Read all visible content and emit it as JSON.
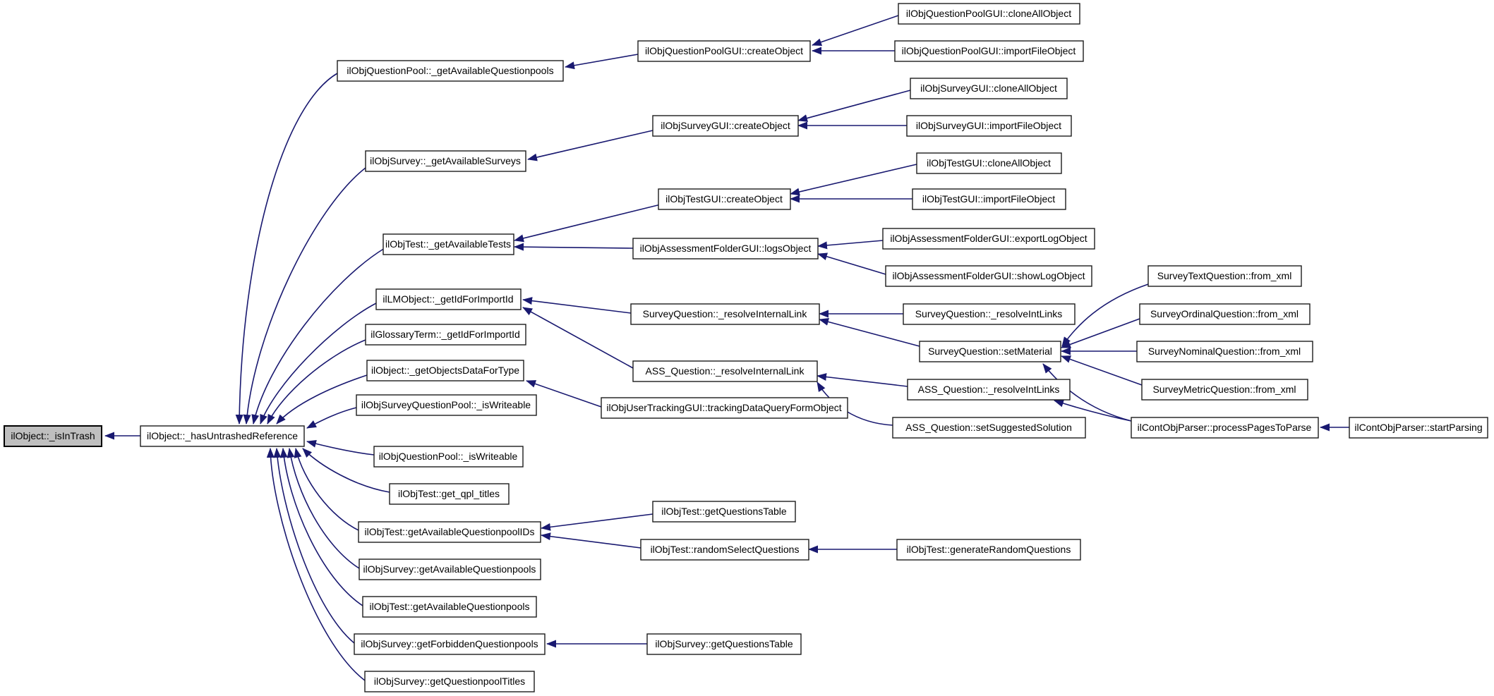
{
  "diagram": {
    "type": "call-graph",
    "description": "Doxygen caller graph for ilObject::_isInTrash",
    "background_color": "#ffffff",
    "edge_color": "#191970",
    "node_fill": "#ffffff",
    "node_border": "#1c1c1c",
    "highlight_fill": "#bfbfbf"
  },
  "nodes": {
    "isInTrash": {
      "label": "ilObject::_isInTrash",
      "highlighted": true
    },
    "hasUntrashedReference": {
      "label": "ilObject::_hasUntrashedReference"
    },
    "getAvailableQuestionpools": {
      "label": "ilObjQuestionPool::_getAvailableQuestionpools"
    },
    "getAvailableSurveys": {
      "label": "ilObjSurvey::_getAvailableSurveys"
    },
    "getAvailableTests": {
      "label": "ilObjTest::_getAvailableTests"
    },
    "lmGetIdForImportId": {
      "label": "ilLMObject::_getIdForImportId"
    },
    "glossaryGetIdForImportId": {
      "label": "ilGlossaryTerm::_getIdForImportId"
    },
    "getObjectsDataForType": {
      "label": "ilObject::_getObjectsDataForType"
    },
    "surveyQuestionPoolIsWriteable": {
      "label": "ilObjSurveyQuestionPool::_isWriteable"
    },
    "questionPoolIsWriteable": {
      "label": "ilObjQuestionPool::_isWriteable"
    },
    "getQplTitles": {
      "label": "ilObjTest::get_qpl_titles"
    },
    "getAvailableQuestionpoolIDs": {
      "label": "ilObjTest::getAvailableQuestionpoolIDs"
    },
    "surveyGetAvailableQuestionpools": {
      "label": "ilObjSurvey::getAvailableQuestionpools"
    },
    "testGetAvailableQuestionpools": {
      "label": "ilObjTest::getAvailableQuestionpools"
    },
    "getForbiddenQuestionpools": {
      "label": "ilObjSurvey::getForbiddenQuestionpools"
    },
    "getQuestionpoolTitles": {
      "label": "ilObjSurvey::getQuestionpoolTitles"
    },
    "qpGuiCreateObject": {
      "label": "ilObjQuestionPoolGUI::createObject"
    },
    "surveyGuiCreateObject": {
      "label": "ilObjSurveyGUI::createObject"
    },
    "testGuiCreateObject": {
      "label": "ilObjTestGUI::createObject"
    },
    "logsObject": {
      "label": "ilObjAssessmentFolderGUI::logsObject"
    },
    "sqResolveInternalLink": {
      "label": "SurveyQuestion::_resolveInternalLink"
    },
    "assResolveInternalLink": {
      "label": "ASS_Question::_resolveInternalLink"
    },
    "trackingDataQueryFormObject": {
      "label": "ilObjUserTrackingGUI::trackingDataQueryFormObject"
    },
    "testGetQuestionsTable": {
      "label": "ilObjTest::getQuestionsTable"
    },
    "randomSelectQuestions": {
      "label": "ilObjTest::randomSelectQuestions"
    },
    "surveyGetQuestionsTable": {
      "label": "ilObjSurvey::getQuestionsTable"
    },
    "qpGuiCloneAllObject": {
      "label": "ilObjQuestionPoolGUI::cloneAllObject"
    },
    "qpGuiImportFileObject": {
      "label": "ilObjQuestionPoolGUI::importFileObject"
    },
    "surveyGuiCloneAllObject": {
      "label": "ilObjSurveyGUI::cloneAllObject"
    },
    "surveyGuiImportFileObject": {
      "label": "ilObjSurveyGUI::importFileObject"
    },
    "testGuiCloneAllObject": {
      "label": "ilObjTestGUI::cloneAllObject"
    },
    "testGuiImportFileObject": {
      "label": "ilObjTestGUI::importFileObject"
    },
    "exportLogObject": {
      "label": "ilObjAssessmentFolderGUI::exportLogObject"
    },
    "showLogObject": {
      "label": "ilObjAssessmentFolderGUI::showLogObject"
    },
    "sqResolveIntLinks": {
      "label": "SurveyQuestion::_resolveIntLinks"
    },
    "setMaterial": {
      "label": "SurveyQuestion::setMaterial"
    },
    "assResolveIntLinks": {
      "label": "ASS_Question::_resolveIntLinks"
    },
    "setSuggestedSolution": {
      "label": "ASS_Question::setSuggestedSolution"
    },
    "generateRandomQuestions": {
      "label": "ilObjTest::generateRandomQuestions"
    },
    "textFromXml": {
      "label": "SurveyTextQuestion::from_xml"
    },
    "ordinalFromXml": {
      "label": "SurveyOrdinalQuestion::from_xml"
    },
    "nominalFromXml": {
      "label": "SurveyNominalQuestion::from_xml"
    },
    "metricFromXml": {
      "label": "SurveyMetricQuestion::from_xml"
    },
    "processPagesToParse": {
      "label": "ilContObjParser::processPagesToParse"
    },
    "startParsing": {
      "label": "ilContObjParser::startParsing"
    }
  },
  "edges": [
    {
      "caller": "hasUntrashedReference",
      "callee": "isInTrash"
    },
    {
      "caller": "getAvailableQuestionpools",
      "callee": "hasUntrashedReference"
    },
    {
      "caller": "getAvailableSurveys",
      "callee": "hasUntrashedReference"
    },
    {
      "caller": "getAvailableTests",
      "callee": "hasUntrashedReference"
    },
    {
      "caller": "lmGetIdForImportId",
      "callee": "hasUntrashedReference"
    },
    {
      "caller": "glossaryGetIdForImportId",
      "callee": "hasUntrashedReference"
    },
    {
      "caller": "getObjectsDataForType",
      "callee": "hasUntrashedReference"
    },
    {
      "caller": "surveyQuestionPoolIsWriteable",
      "callee": "hasUntrashedReference"
    },
    {
      "caller": "questionPoolIsWriteable",
      "callee": "hasUntrashedReference"
    },
    {
      "caller": "getQplTitles",
      "callee": "hasUntrashedReference"
    },
    {
      "caller": "getAvailableQuestionpoolIDs",
      "callee": "hasUntrashedReference"
    },
    {
      "caller": "surveyGetAvailableQuestionpools",
      "callee": "hasUntrashedReference"
    },
    {
      "caller": "testGetAvailableQuestionpools",
      "callee": "hasUntrashedReference"
    },
    {
      "caller": "getForbiddenQuestionpools",
      "callee": "hasUntrashedReference"
    },
    {
      "caller": "getQuestionpoolTitles",
      "callee": "hasUntrashedReference"
    },
    {
      "caller": "qpGuiCreateObject",
      "callee": "getAvailableQuestionpools"
    },
    {
      "caller": "qpGuiCloneAllObject",
      "callee": "qpGuiCreateObject"
    },
    {
      "caller": "qpGuiImportFileObject",
      "callee": "qpGuiCreateObject"
    },
    {
      "caller": "surveyGuiCreateObject",
      "callee": "getAvailableSurveys"
    },
    {
      "caller": "surveyGuiCloneAllObject",
      "callee": "surveyGuiCreateObject"
    },
    {
      "caller": "surveyGuiImportFileObject",
      "callee": "surveyGuiCreateObject"
    },
    {
      "caller": "testGuiCreateObject",
      "callee": "getAvailableTests"
    },
    {
      "caller": "testGuiCloneAllObject",
      "callee": "testGuiCreateObject"
    },
    {
      "caller": "testGuiImportFileObject",
      "callee": "testGuiCreateObject"
    },
    {
      "caller": "logsObject",
      "callee": "getAvailableTests"
    },
    {
      "caller": "exportLogObject",
      "callee": "logsObject"
    },
    {
      "caller": "showLogObject",
      "callee": "logsObject"
    },
    {
      "caller": "sqResolveInternalLink",
      "callee": "lmGetIdForImportId"
    },
    {
      "caller": "assResolveInternalLink",
      "callee": "lmGetIdForImportId"
    },
    {
      "caller": "sqResolveIntLinks",
      "callee": "sqResolveInternalLink"
    },
    {
      "caller": "setMaterial",
      "callee": "sqResolveInternalLink"
    },
    {
      "caller": "textFromXml",
      "callee": "setMaterial"
    },
    {
      "caller": "ordinalFromXml",
      "callee": "setMaterial"
    },
    {
      "caller": "nominalFromXml",
      "callee": "setMaterial"
    },
    {
      "caller": "metricFromXml",
      "callee": "setMaterial"
    },
    {
      "caller": "processPagesToParse",
      "callee": "setMaterial"
    },
    {
      "caller": "assResolveIntLinks",
      "callee": "assResolveInternalLink"
    },
    {
      "caller": "setSuggestedSolution",
      "callee": "assResolveInternalLink"
    },
    {
      "caller": "processPagesToParse",
      "callee": "assResolveIntLinks"
    },
    {
      "caller": "startParsing",
      "callee": "processPagesToParse"
    },
    {
      "caller": "trackingDataQueryFormObject",
      "callee": "getObjectsDataForType"
    },
    {
      "caller": "testGetQuestionsTable",
      "callee": "getAvailableQuestionpoolIDs"
    },
    {
      "caller": "randomSelectQuestions",
      "callee": "getAvailableQuestionpoolIDs"
    },
    {
      "caller": "generateRandomQuestions",
      "callee": "randomSelectQuestions"
    },
    {
      "caller": "surveyGetQuestionsTable",
      "callee": "getForbiddenQuestionpools"
    }
  ]
}
